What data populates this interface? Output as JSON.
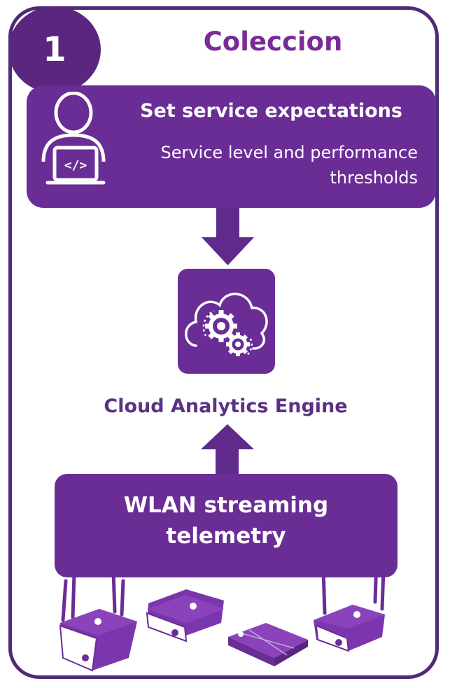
{
  "step": {
    "number": "1",
    "title": "Coleccion"
  },
  "expectations": {
    "title": "Set service expectations",
    "subtitle_line1": "Service level and performance",
    "subtitle_line2": "thresholds",
    "icon": "developer-laptop-icon",
    "code_symbol": "</>"
  },
  "engine": {
    "icon": "cloud-gears-icon",
    "label": "Cloud Analytics Engine"
  },
  "telemetry": {
    "line1": "WLAN streaming",
    "line2": "telemetry"
  },
  "colors": {
    "frame": "#4e2a78",
    "primary_purple": "#6a2d96",
    "title_purple": "#7a2b96",
    "engine_label": "#5b3283",
    "arrow": "#5f2a8c"
  }
}
